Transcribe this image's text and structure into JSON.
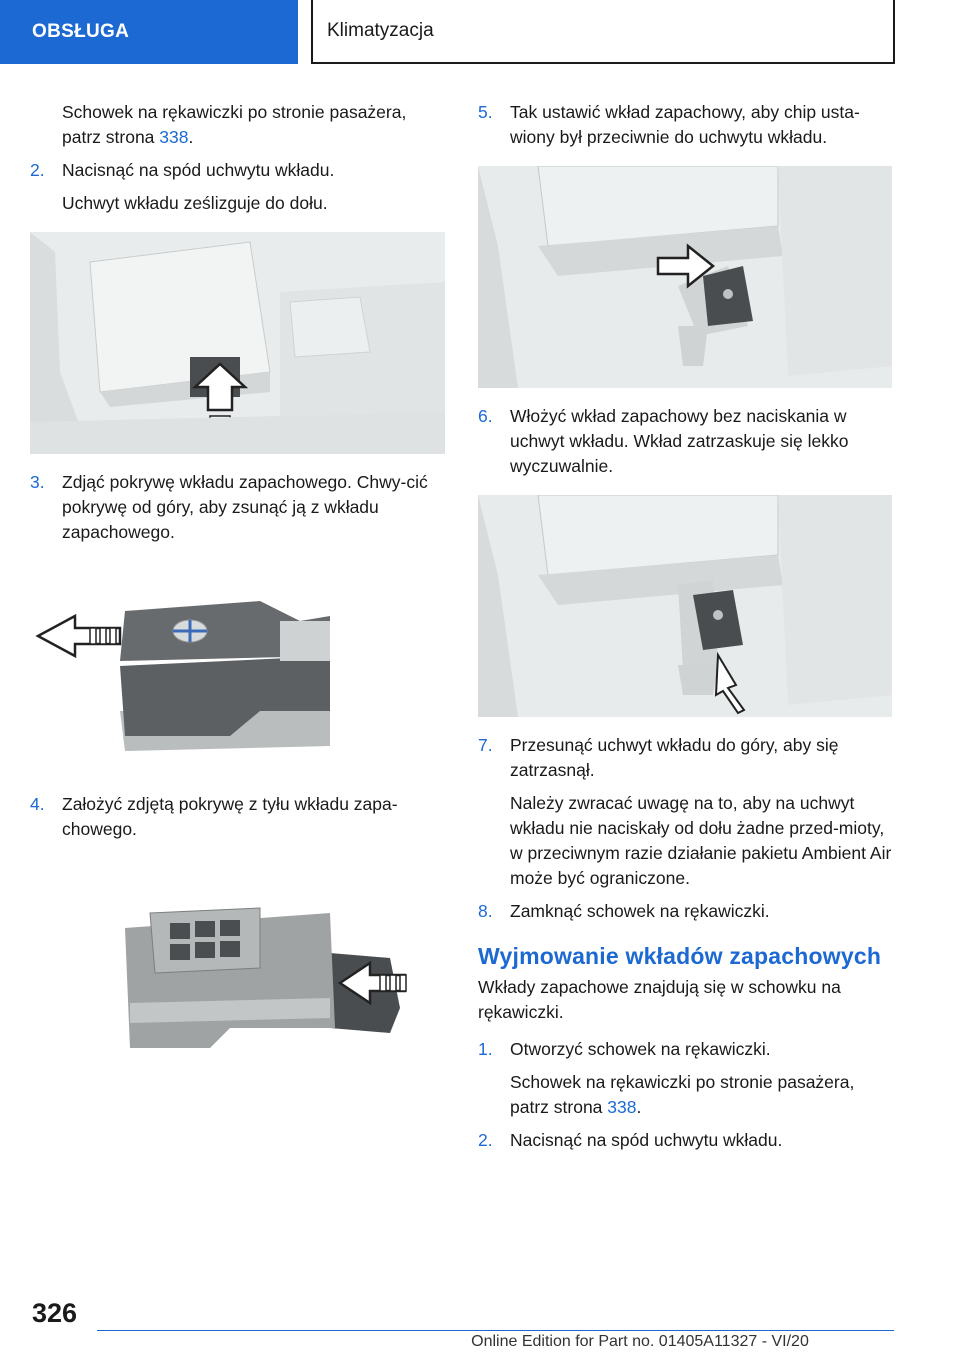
{
  "header": {
    "section": "OBSŁUGA",
    "chapter": "Klimatyzacja"
  },
  "left": {
    "intro_para_text": "Schowek na rękawiczki po stronie pasażera, patrz strona",
    "intro_para_link": "338",
    "intro_para_end": ".",
    "step2_num": "2.",
    "step2_text": "Nacisnąć na spód uchwytu wkładu.",
    "step2_result": "Uchwyt wkładu ześlizguje do dołu.",
    "step3_num": "3.",
    "step3_text": "Zdjąć pokrywę wkładu zapachowego. Chwy-cić pokrywę od góry, aby zsunąć ją z wkładu zapachowego.",
    "step4_num": "4.",
    "step4_text": "Założyć zdjętą pokrywę z tyłu wkładu zapa-chowego."
  },
  "right": {
    "step5_num": "5.",
    "step5_text": "Tak ustawić wkład zapachowy, aby chip usta-wiony był przeciwnie do uchwytu wkładu.",
    "step6_num": "6.",
    "step6_text": "Włożyć wkład zapachowy bez naciskania w uchwyt wkładu. Wkład zatrzaskuje się lekko wyczuwalnie.",
    "step7_num": "7.",
    "step7_text": "Przesunąć uchwyt wkładu do góry, aby się zatrzasnął.",
    "step7_note": "Należy zwracać uwagę na to, aby na uchwyt wkładu nie naciskały od dołu żadne przed-mioty, w przeciwnym razie działanie pakietu Ambient Air może być ograniczone.",
    "step8_num": "8.",
    "step8_text": "Zamknąć schowek na rękawiczki.",
    "heading": "Wyjmowanie wkładów zapachowych",
    "heading_para": "Wkłady zapachowe znajdują się w schowku na rękawiczki.",
    "r1_num": "1.",
    "r1_text": "Otworzyć schowek na rękawiczki.",
    "r1_result_text": "Schowek na rękawiczki po stronie pasażera, patrz strona",
    "r1_result_link": "338",
    "r1_result_end": ".",
    "r2_num": "2.",
    "r2_text": "Nacisnąć na spód uchwytu wkładu."
  },
  "footer": {
    "page_number": "326",
    "edition": "Online Edition for Part no. 01405A11327 - VI/20"
  },
  "colors": {
    "accent": "#1c69d4"
  }
}
